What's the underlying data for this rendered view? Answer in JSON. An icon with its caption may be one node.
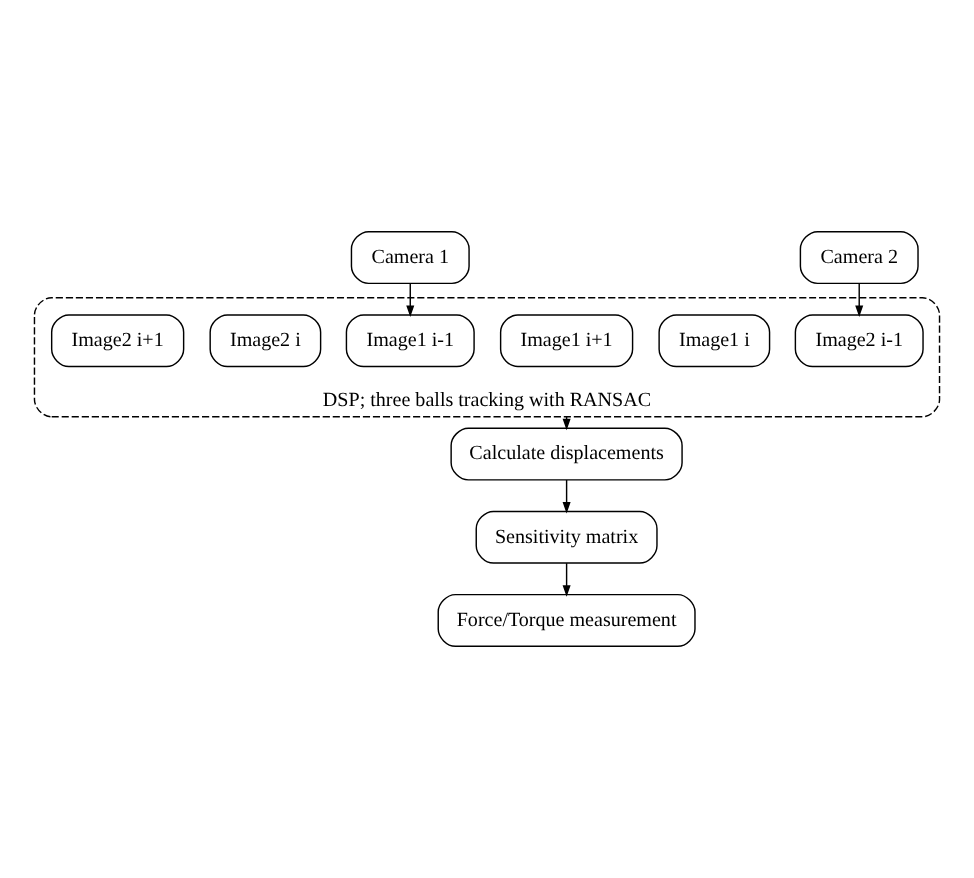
{
  "diagram": {
    "nodes": [
      {
        "text": [
          "Camera 1"
        ]
      },
      {
        "text": [
          "Camera 2"
        ]
      },
      {
        "text": [
          "DSP; three balls tracking with RANSAC"
        ]
      },
      {
        "text": [
          "Image1 i-1"
        ],
        "in": 2
      },
      {
        "text": [
          "Image1 i"
        ],
        "in": 2
      },
      {
        "text": [
          "Image1 i+1"
        ],
        "in": 2
      },
      {
        "text": [
          "Image2 i-1"
        ],
        "in": 2
      },
      {
        "text": [
          "Image2 i"
        ],
        "in": 2
      },
      {
        "text": [
          "Image2 i+1"
        ],
        "in": 2
      },
      {
        "text": [
          "Calculate displacements"
        ]
      },
      {
        "text": [
          "Sensitivity matrix"
        ]
      },
      {
        "text": [
          "Force/Torque measurement"
        ]
      }
    ],
    "edges": [
      {
        "from": 0,
        "to": 3,
        "arrow": "to"
      },
      {
        "from": 1,
        "to": 6,
        "arrow": "to"
      },
      {
        "from": 2,
        "to": 9,
        "arrow": "to"
      },
      {
        "from": 9,
        "to": 10,
        "arrow": "to"
      },
      {
        "from": 10,
        "to": 11,
        "arrow": "to"
      }
    ]
  }
}
